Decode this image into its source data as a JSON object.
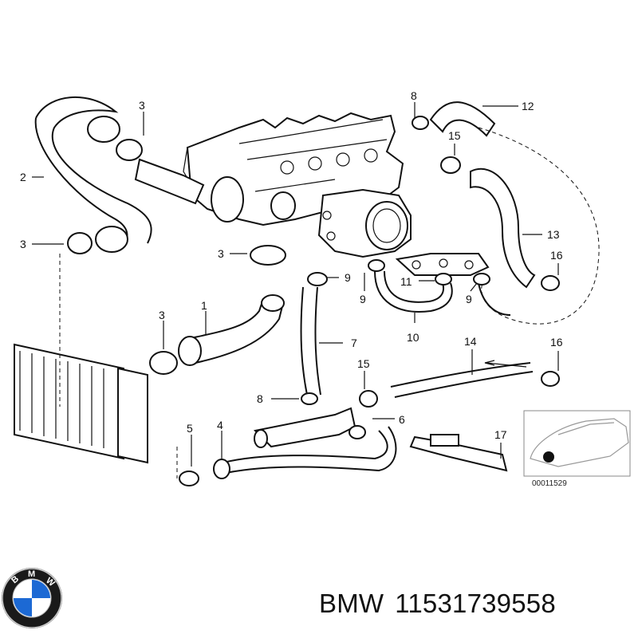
{
  "callouts": [
    "1",
    "2",
    "3",
    "4",
    "5",
    "6",
    "7",
    "8",
    "9",
    "10",
    "11",
    "12",
    "13",
    "14",
    "15",
    "16",
    "17"
  ],
  "reference_code": "00011529",
  "footer": {
    "brand": "BMW",
    "part_number": "11531739558"
  },
  "logo": {
    "icon": "bmw-roundel-icon",
    "letters": [
      "B",
      "M",
      "W"
    ],
    "colors": {
      "blue": "#1c69d4",
      "white": "#ffffff",
      "ring": "#1a1a1a"
    }
  }
}
